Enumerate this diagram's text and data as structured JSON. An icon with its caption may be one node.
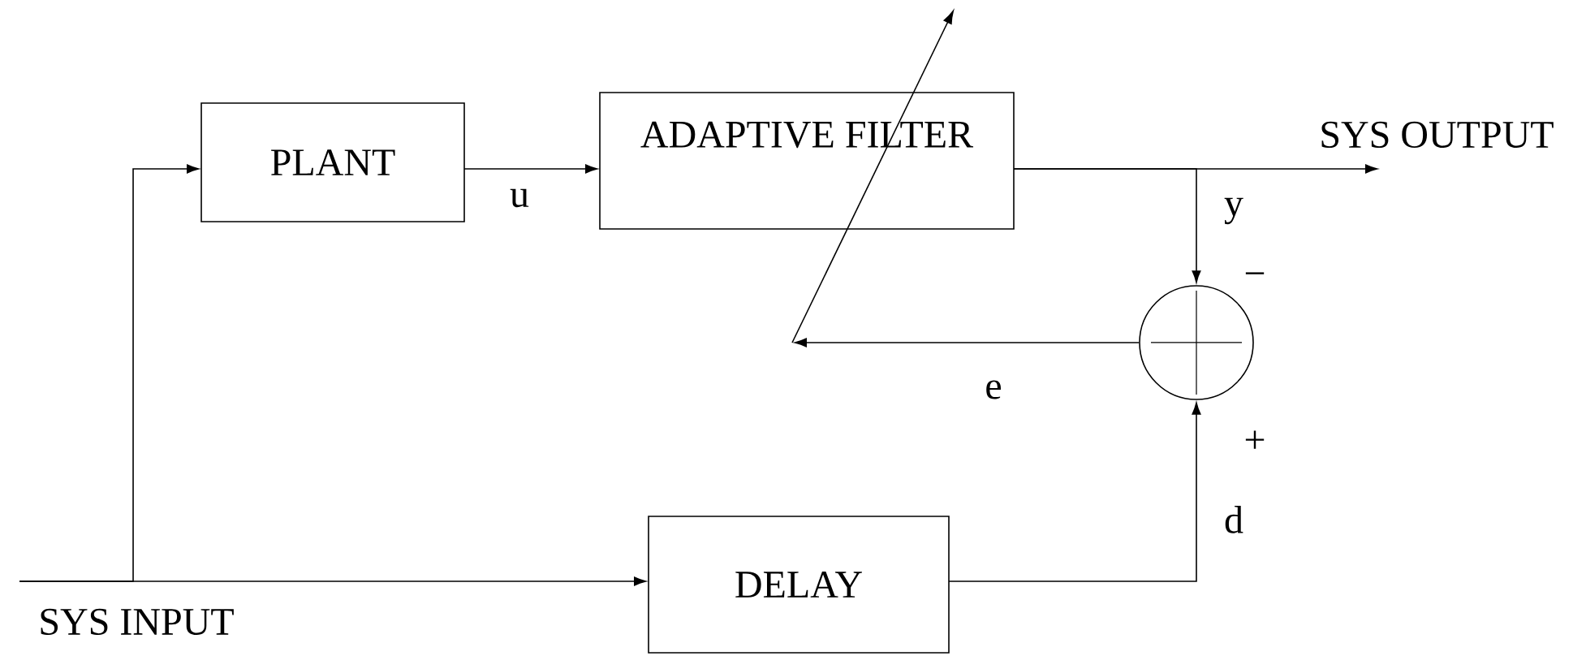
{
  "diagram": {
    "nodes": [
      {
        "text": [
          "PLANT"
        ]
      },
      {
        "text": [
          "ADAPTIVE FILTER"
        ]
      },
      {
        "text": [
          "DELAY"
        ]
      },
      {
        "text": [],
        "shape": "circle"
      },
      {
        "text": [
          "SYS OUTPUT"
        ]
      },
      {
        "text": [
          "SYS INPUT"
        ]
      }
    ],
    "edges": [
      {
        "from": 5,
        "to": 0,
        "arrow": "to"
      },
      {
        "from": 5,
        "to": 2,
        "arrow": "to"
      },
      {
        "from": 0,
        "to": 1,
        "arrow": "to",
        "label": "u"
      },
      {
        "from": 1,
        "to": 4,
        "arrow": "to"
      },
      {
        "from": 1,
        "to": 3,
        "arrow": "to",
        "label": "y"
      },
      {
        "from": 2,
        "to": 3,
        "arrow": "to",
        "label": "d"
      },
      {
        "from": 3,
        "to": null,
        "arrow": "to",
        "label": "e"
      }
    ],
    "labels": [
      "−",
      "+"
    ]
  }
}
